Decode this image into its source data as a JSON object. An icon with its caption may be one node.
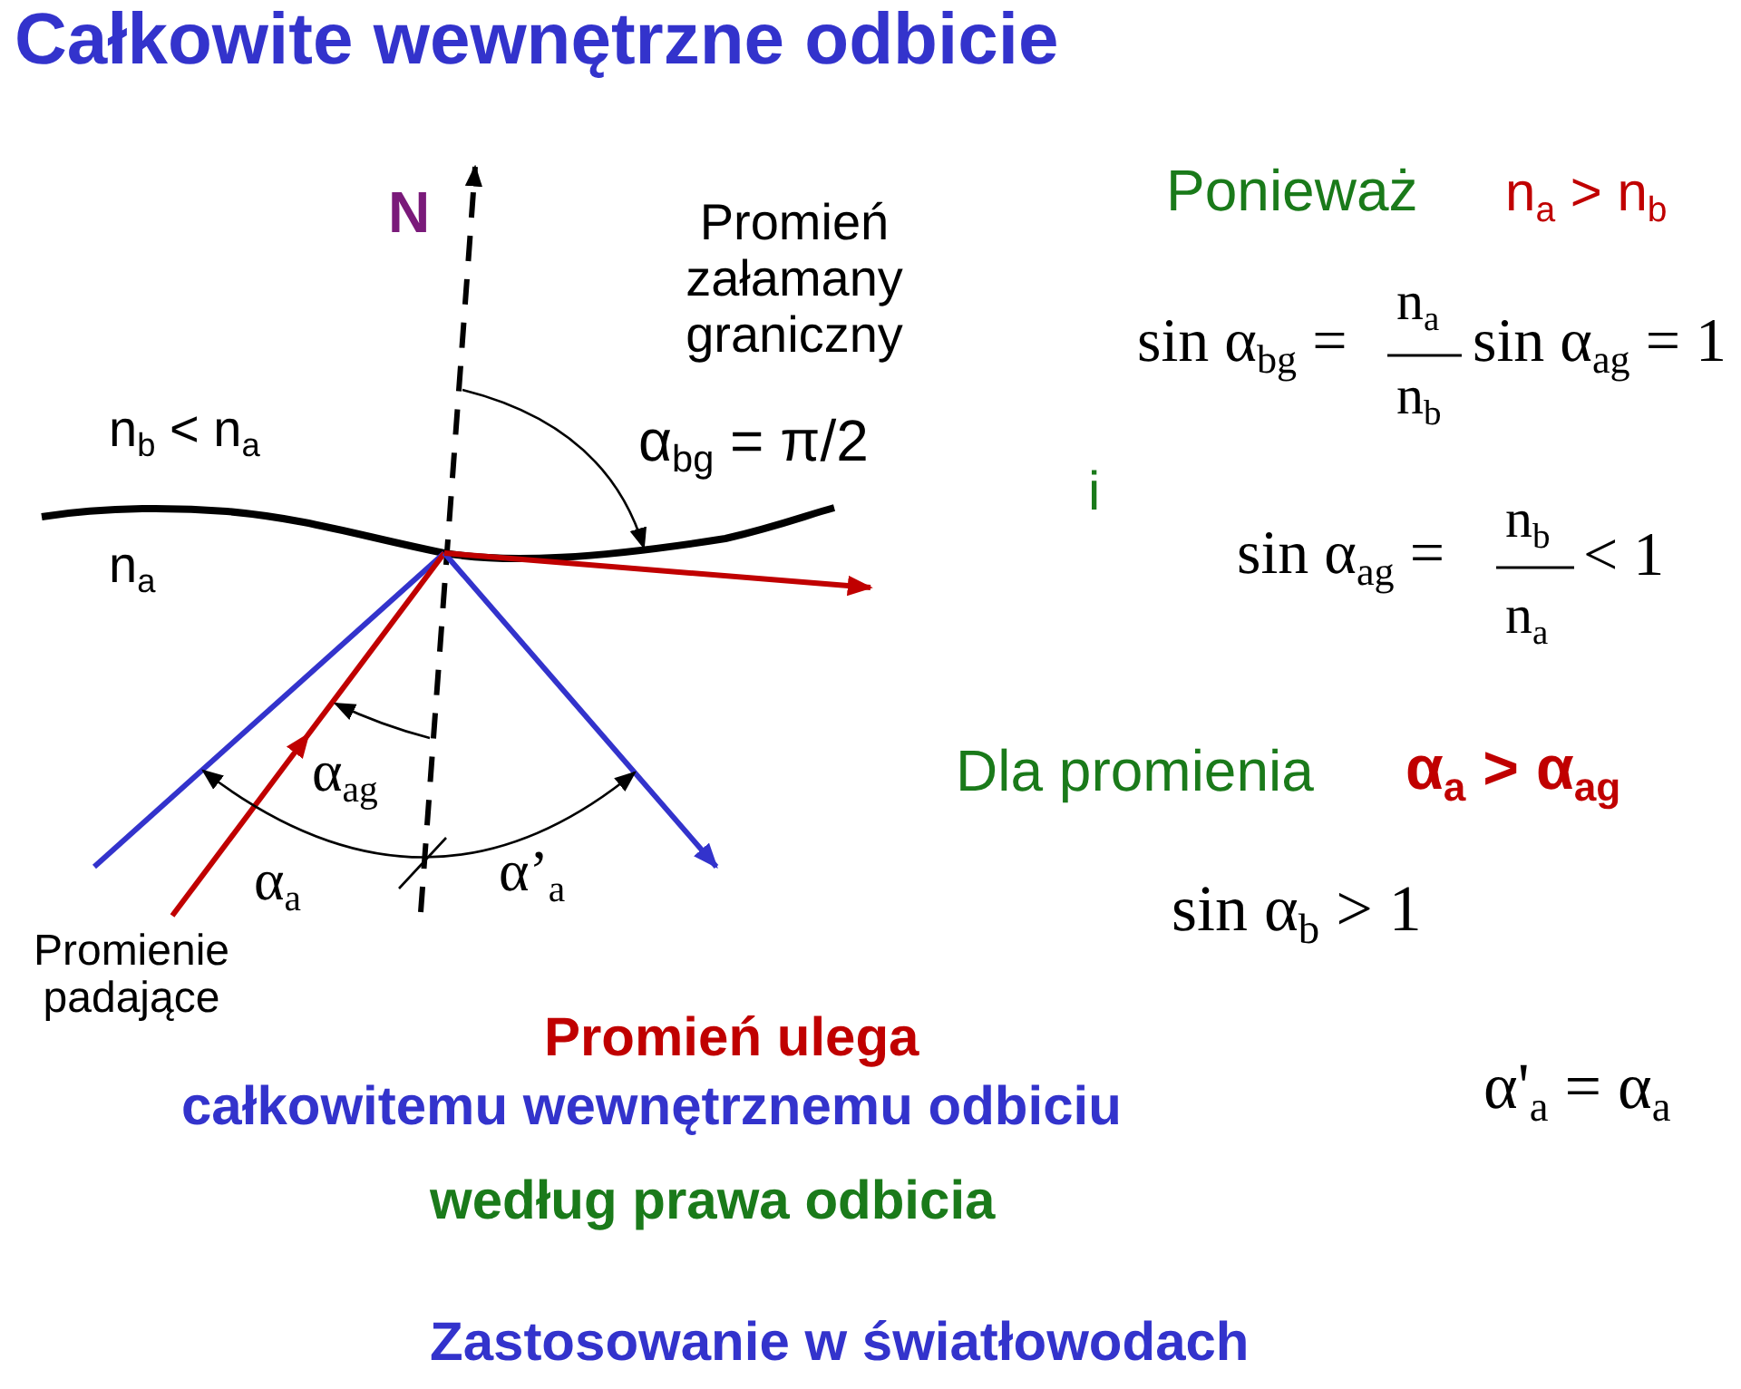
{
  "diagram": {
    "title": "Całkowite wewnętrzne odbicie",
    "labels": [
      "n$_{b}$ < n$_{a}$",
      "N",
      "Promień załamany graniczny",
      "α$_{bg}$ = π/2",
      "Ponieważ",
      "n$_{a}$ > n$_{b}$",
      "sin α$_{bg}$ =",
      "n$_{a}$",
      "n$_{b}$",
      "sin α$_{ag}$ = 1",
      "i",
      "sin α$_{ag}$ =",
      "n$_{b}$",
      "n$_{a}$",
      "< 1",
      "n$_{a}$",
      "α$_{ag}$",
      "Dla promienia",
      "α$_{a}$ > α$_{ag}$",
      "α$_{a}$",
      "α’$_{a}$",
      "sin α$_{b}$ > 1",
      "Promienie padające",
      "Promień ulega",
      "całkowitemu wewnętrznemu odbiciu",
      "α'$_{a}$ = α$_{a}$",
      "według prawa odbicia",
      "Zastosowanie w światłowodach"
    ]
  }
}
